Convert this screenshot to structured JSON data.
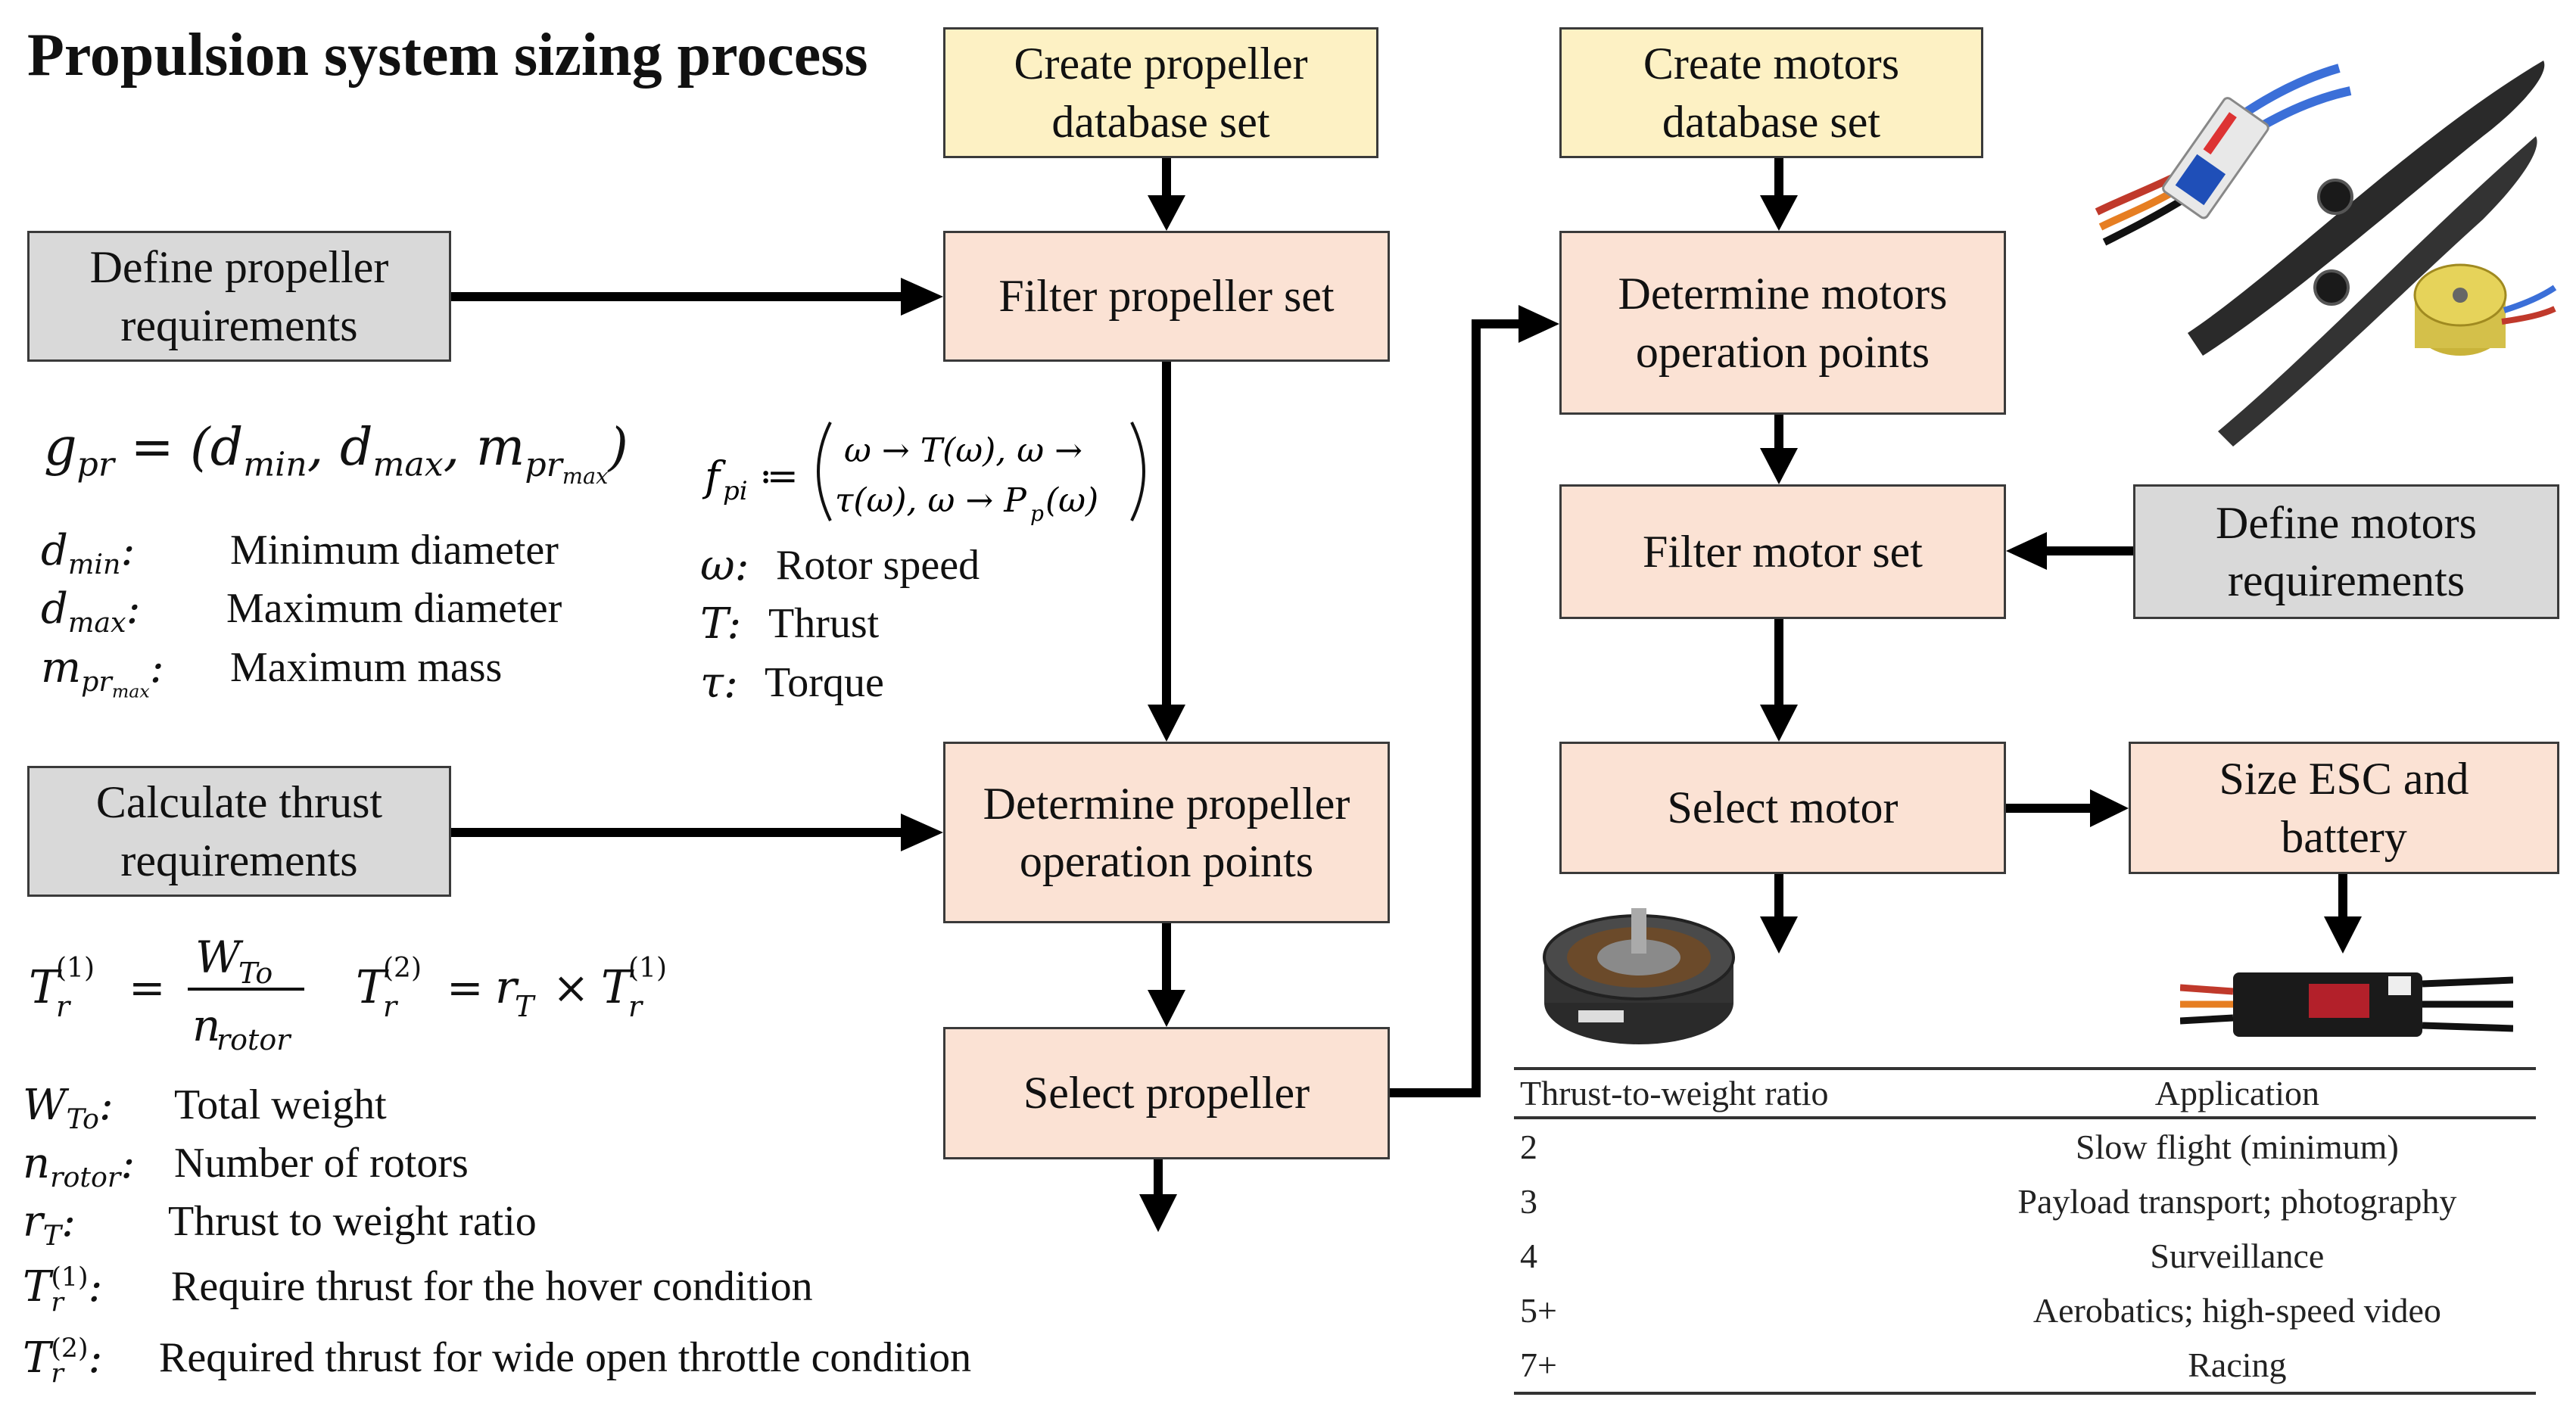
{
  "title": "Propulsion system sizing process",
  "boxes": {
    "create_prop_db": [
      "Create propeller",
      "database set"
    ],
    "create_motor_db": [
      "Create motors",
      "database set"
    ],
    "define_prop_req": [
      "Define propeller",
      "requirements"
    ],
    "filter_prop": [
      "Filter propeller set"
    ],
    "det_motor_op": [
      "Determine motors",
      "operation points"
    ],
    "filter_motor": [
      "Filter motor set"
    ],
    "define_motor_req": [
      "Define motors",
      "requirements"
    ],
    "calc_thrust": [
      "Calculate thrust",
      "requirements"
    ],
    "det_prop_op": [
      "Determine propeller",
      "operation points"
    ],
    "select_motor": [
      "Select motor"
    ],
    "size_esc": [
      "Size ESC and",
      "battery"
    ],
    "select_prop": [
      "Select propeller"
    ]
  },
  "colors": {
    "yellow": "#fdf1c4",
    "peach": "#fbe2d4",
    "grey": "#d9d9d9",
    "border": "#3a3a3a",
    "arrow": "#000000"
  },
  "prop_defs": [
    {
      "sym": "d",
      "sub": "min",
      "desc": "Minimum diameter"
    },
    {
      "sym": "d",
      "sub": "max",
      "desc": "Maximum diameter"
    },
    {
      "sym": "m",
      "sub": "pr",
      "subsub": "max",
      "desc": "Maximum mass"
    }
  ],
  "rotor_defs": [
    {
      "sym": "ω",
      "desc": "Rotor speed"
    },
    {
      "sym": "T",
      "desc": "Thrust"
    },
    {
      "sym": "τ",
      "desc": "Torque"
    }
  ],
  "thrust_defs": [
    {
      "sym": "W",
      "sub": "To",
      "desc": "Total weight"
    },
    {
      "sym": "n",
      "sub": "rotor",
      "desc": "Number of rotors"
    },
    {
      "sym": "r",
      "sub": "T",
      "desc": "Thrust to weight ratio"
    },
    {
      "sym": "T",
      "sub": "r",
      "sup": "(1)",
      "desc": "Require thrust for the hover condition"
    },
    {
      "sym": "T",
      "sub": "r",
      "sup": "(2)",
      "desc": "Required thrust for wide open throttle condition"
    }
  ],
  "table": {
    "headers": [
      "Thrust-to-weight ratio",
      "Application"
    ],
    "rows": [
      [
        "2",
        "Slow flight (minimum)"
      ],
      [
        "3",
        "Payload transport; photography"
      ],
      [
        "4",
        "Surveillance"
      ],
      [
        "5+",
        "Aerobatics; high-speed video"
      ],
      [
        "7+",
        "Racing"
      ]
    ]
  }
}
